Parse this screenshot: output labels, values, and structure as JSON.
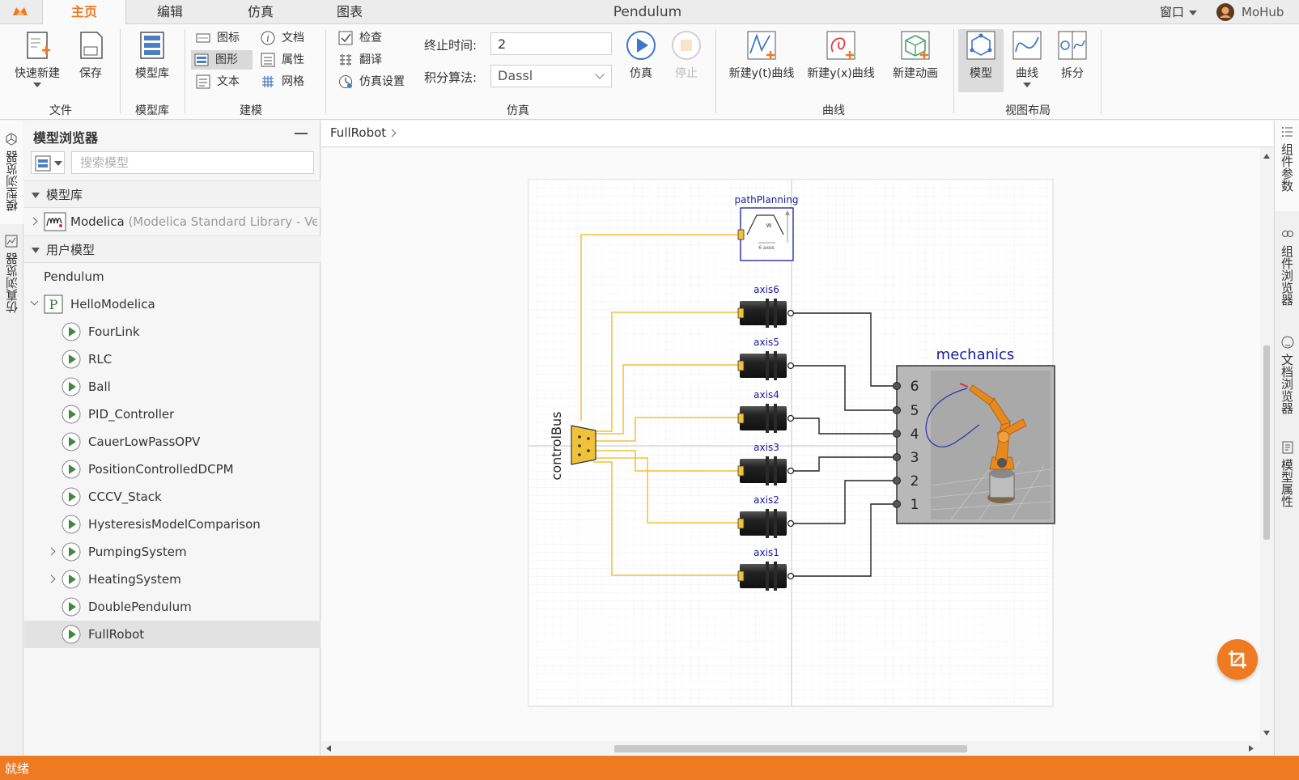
{
  "app": {
    "window_title": "Pendulum",
    "user_name": "MoHub",
    "window_menu": "窗口"
  },
  "tabs": [
    {
      "label": "主页",
      "active": true
    },
    {
      "label": "编辑",
      "active": false
    },
    {
      "label": "仿真",
      "active": false
    },
    {
      "label": "图表",
      "active": false
    }
  ],
  "ribbon": {
    "file": {
      "group": "文件",
      "quick_new": "快速新建",
      "save": "保存"
    },
    "library": {
      "group": "模型库",
      "model_library": "模型库"
    },
    "modeling": {
      "group": "建模",
      "icon": "图标",
      "diagram": "图形",
      "text": "文本",
      "doc": "文档",
      "attr": "属性",
      "grid": "网格"
    },
    "simulation": {
      "group": "仿真",
      "check": "检查",
      "translate": "翻译",
      "sim_settings": "仿真设置",
      "stop_time_label": "终止时间:",
      "stop_time_value": "2",
      "algorithm_label": "积分算法:",
      "algorithm_value": "Dassl",
      "simulate": "仿真",
      "stop": "停止"
    },
    "curve": {
      "group": "曲线",
      "new_yt": "新建y(t)曲线",
      "new_yx": "新建y(x)曲线",
      "new_anim": "新建动画"
    },
    "layout": {
      "group": "视图布局",
      "model": "模型",
      "curve": "曲线",
      "split": "拆分"
    }
  },
  "left_strip": {
    "model_browser": "模型浏览器",
    "sim_browser": "仿真浏览器"
  },
  "browser": {
    "title": "模型浏览器",
    "search_placeholder": "搜索模型",
    "lib_section": "模型库",
    "user_section": "用户模型",
    "lib_items": [
      {
        "name": "Modelica",
        "suffix": "(Modelica Standard Library - Ve..."
      }
    ],
    "user_items": [
      {
        "name": "Pendulum"
      },
      {
        "name": "HelloModelica"
      },
      {
        "name": "FourLink"
      },
      {
        "name": "RLC"
      },
      {
        "name": "Ball"
      },
      {
        "name": "PID_Controller"
      },
      {
        "name": "CauerLowPassOPV"
      },
      {
        "name": "PositionControlledDCPM"
      },
      {
        "name": "CCCV_Stack"
      },
      {
        "name": "HysteresisModelComparison"
      },
      {
        "name": "PumpingSystem"
      },
      {
        "name": "HeatingSystem"
      },
      {
        "name": "DoublePendulum"
      },
      {
        "name": "FullRobot"
      }
    ]
  },
  "breadcrumb": "FullRobot",
  "diagram": {
    "path_planning": "pathPlanning",
    "path_planning_w": "w",
    "path_planning_axes": "6 axes",
    "control_bus": "controlBus",
    "mechanics": "mechanics",
    "axes": [
      "axis6",
      "axis5",
      "axis4",
      "axis3",
      "axis2",
      "axis1"
    ],
    "ports": [
      "6",
      "5",
      "4",
      "3",
      "2",
      "1"
    ],
    "colors": {
      "bus_wire": "#f0c23a",
      "mech_wire": "#222222",
      "label": "#1a1a9e",
      "robot": "#e8891e"
    }
  },
  "right_strip": {
    "component_params": "组件参数",
    "component_browser": "组件浏览器",
    "doc_browser": "文档浏览器",
    "model_attr": "模型属性"
  },
  "status": "就绪",
  "colors": {
    "accent": "#ee7a22"
  }
}
